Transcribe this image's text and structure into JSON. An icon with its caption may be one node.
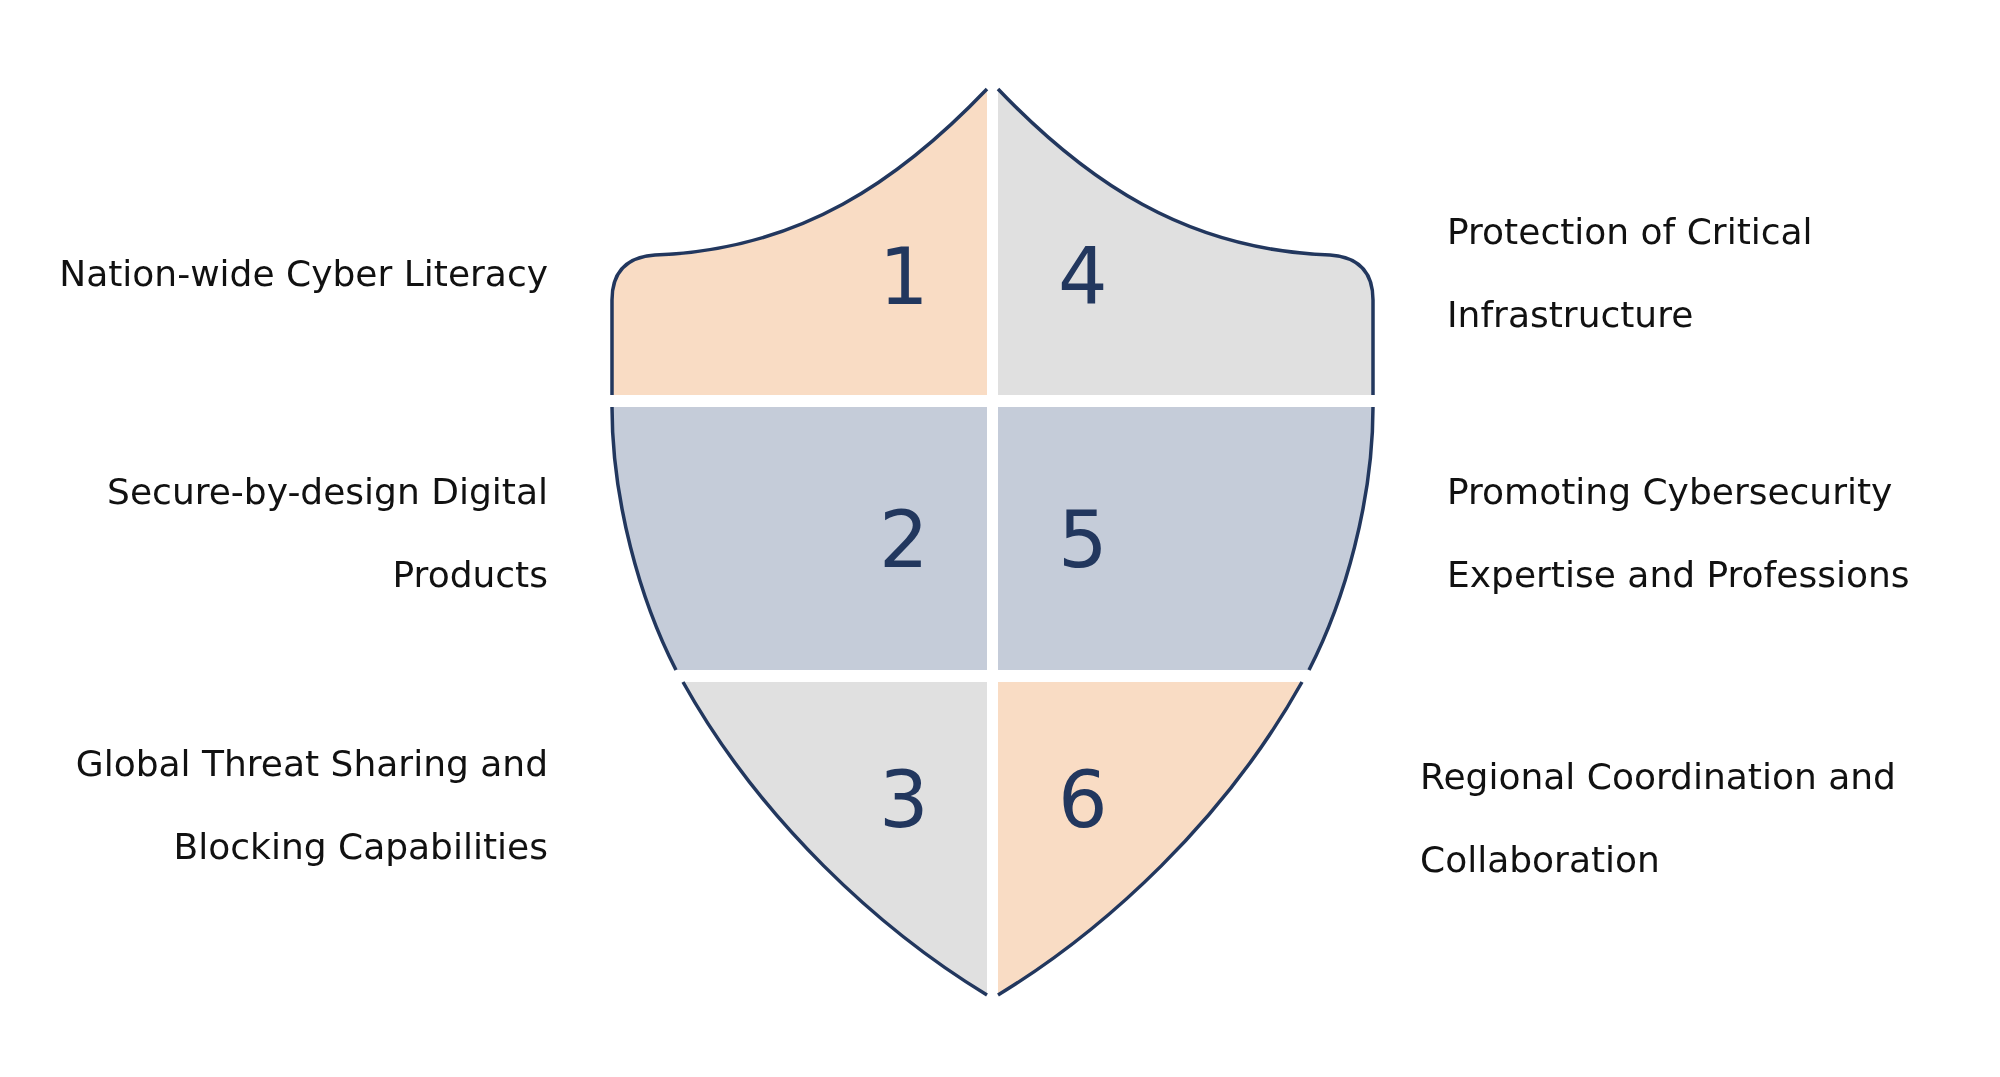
{
  "diagram": {
    "nodes": [
      {
        "text": [
          "1"
        ],
        "beside": [
          "Nation-wide Cyber Literacy"
        ]
      },
      {
        "text": [
          "2"
        ],
        "beside": [
          "Secure-by-design Digital Products"
        ]
      },
      {
        "text": [
          "3"
        ],
        "beside": [
          "Global Threat Sharing and Blocking Capabilities"
        ]
      },
      {
        "text": [
          "4"
        ],
        "beside": [
          "Protection of Critical Infrastructure"
        ]
      },
      {
        "text": [
          "5"
        ],
        "beside": [
          "Promoting Cybersecurity Expertise and Professions"
        ]
      },
      {
        "text": [
          "6"
        ],
        "beside": [
          "Regional Coordination and Collaboration"
        ]
      }
    ]
  }
}
